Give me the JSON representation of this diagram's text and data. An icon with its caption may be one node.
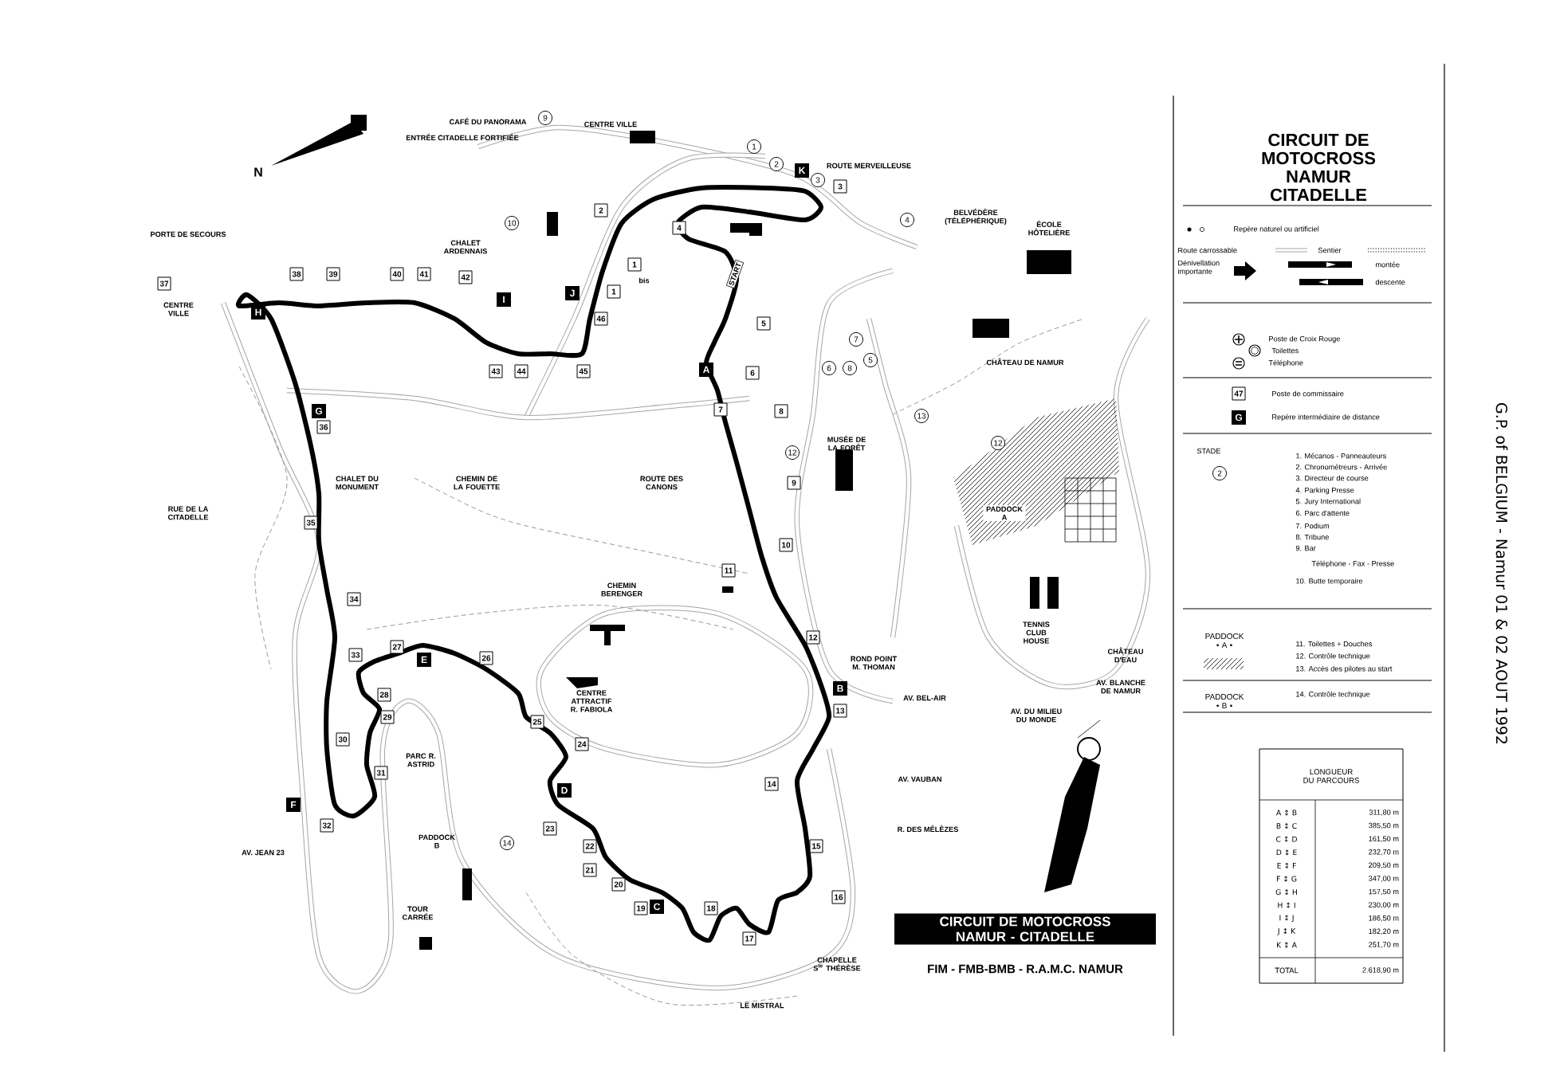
{
  "diagram": {
    "title": "CIRCUIT DE MOTOCROSS NAMUR CITADELLE",
    "labels": [
      "CAFÉ DU PANORAMA",
      "ENTRÉE CITADELLE FORTIFIÉE",
      "CENTRE VILLE",
      "ROUTE MERVEILLEUSE",
      "PORTE DE SECOURS",
      "CHALET ARDENNAIS",
      "CENTRE VILLE",
      "BELVÉDÈRE (TÉLÉPHÉRIQUE)",
      "ÉCOLE HÔTELIÈRE",
      "CHÂTEAU DE NAMUR",
      "MUSÉE DE LA FORÊT",
      "CHALET DU MONUMENT",
      "CHEMIN DE LA FOUETTE",
      "ROUTE DES CANONS",
      "RUE DE LA CITADELLE",
      "CHEMIN BERENGER",
      "CENTRE ATTRACTIF R. FABIOLA",
      "PADDOCK A",
      "TENNIS CLUB HOUSE",
      "CHÂTEAU D'EAU",
      "AV. BLANCHE DE NAMUR",
      "ROND POINT M. THOMAN",
      "AV. BEL-AIR",
      "AV. DU MILIEU DU MONDE",
      "AV. VAUBAN",
      "R. DES MÉLÈZES",
      "PARC R. ASTRID",
      "PADDOCK B",
      "AV. JEAN 23",
      "TOUR CARRÉE",
      "CHAPELLE S$^{te}$ THÉRÈSE",
      "LE MISTRAL",
      "START",
      "N",
      "bis",
      "2",
      "3",
      "4",
      "1",
      "1",
      "37",
      "38",
      "39",
      "40",
      "41",
      "42",
      "43",
      "44",
      "45",
      "46",
      "5",
      "6",
      "7",
      "8",
      "9",
      "10",
      "11",
      "12",
      "13",
      "14",
      "15",
      "16",
      "17",
      "19",
      "18",
      "20",
      "21",
      "22",
      "23",
      "24",
      "25",
      "26",
      "27",
      "28",
      "29",
      "30",
      "31",
      "32",
      "33",
      "34",
      "35",
      "36",
      "1",
      "2",
      "3",
      "4",
      "5",
      "6",
      "7",
      "8",
      "9",
      "10",
      "12",
      "12",
      "13",
      "14",
      "K",
      "J",
      "I",
      "H",
      "G",
      "A",
      "B",
      "C",
      "D",
      "E",
      "F",
      "CIRCUIT DE MOTOCROSS NAMUR - CITADELLE",
      "FIM - FMB-BMB - R.A.M.C. NAMUR",
      "Dénivellation importante",
      "47",
      "G",
      "STADE",
      "2",
      "1. Mécanos - Panneauteurs",
      "2. Chronométreurs - Arrivée",
      "3. Directeur de course",
      "4. Parking Presse",
      "5. Jury International",
      "6. Parc d'attente",
      "7. Podium",
      "8. Tribune",
      "9. Bar",
      "Téléphone - Fax - Presse",
      "10. Butte temporaire",
      "PADDOCK • A •",
      "11. Toilettes + Douches",
      "12. Contrôle technique",
      "13. Accès des pilotes au start",
      "PADDOCK • B •",
      "14. Contrôle technique",
      "LONGUEUR DU PARCOURS",
      "A ↕ B",
      "311,80 m",
      "B ↕ C",
      "385,50 m",
      "C ↕ D",
      "161,50 m",
      "D ↕ E",
      "232,70 m",
      "E ↕ F",
      "209,50 m",
      "F ↕ G",
      "347,00 m",
      "G ↕ H",
      "157,50 m",
      "H ↕ I",
      "230,00 m",
      "I ↕ J",
      "186,50 m",
      "J ↕ K",
      "182,20 m",
      "K ↕ A",
      "251,70 m",
      "TOTAL",
      "2.618,90 m",
      "G.P. of BELGIUM - Namur 01 & 02 AOUT 1992"
    ],
    "legend": [
      {
        "text": "Repère naturel ou artificiel"
      },
      {
        "text": "Route carrossable"
      },
      {
        "text": "Sentier"
      },
      {
        "text": "montée"
      },
      {
        "text": "descente"
      },
      {
        "text": "Poste de Croix Rouge"
      },
      {
        "text": "Toilettes"
      },
      {
        "text": "Téléphone"
      },
      {
        "text": "Poste de commissaire"
      },
      {
        "text": "Repère intermédiaire de distance"
      }
    ]
  }
}
